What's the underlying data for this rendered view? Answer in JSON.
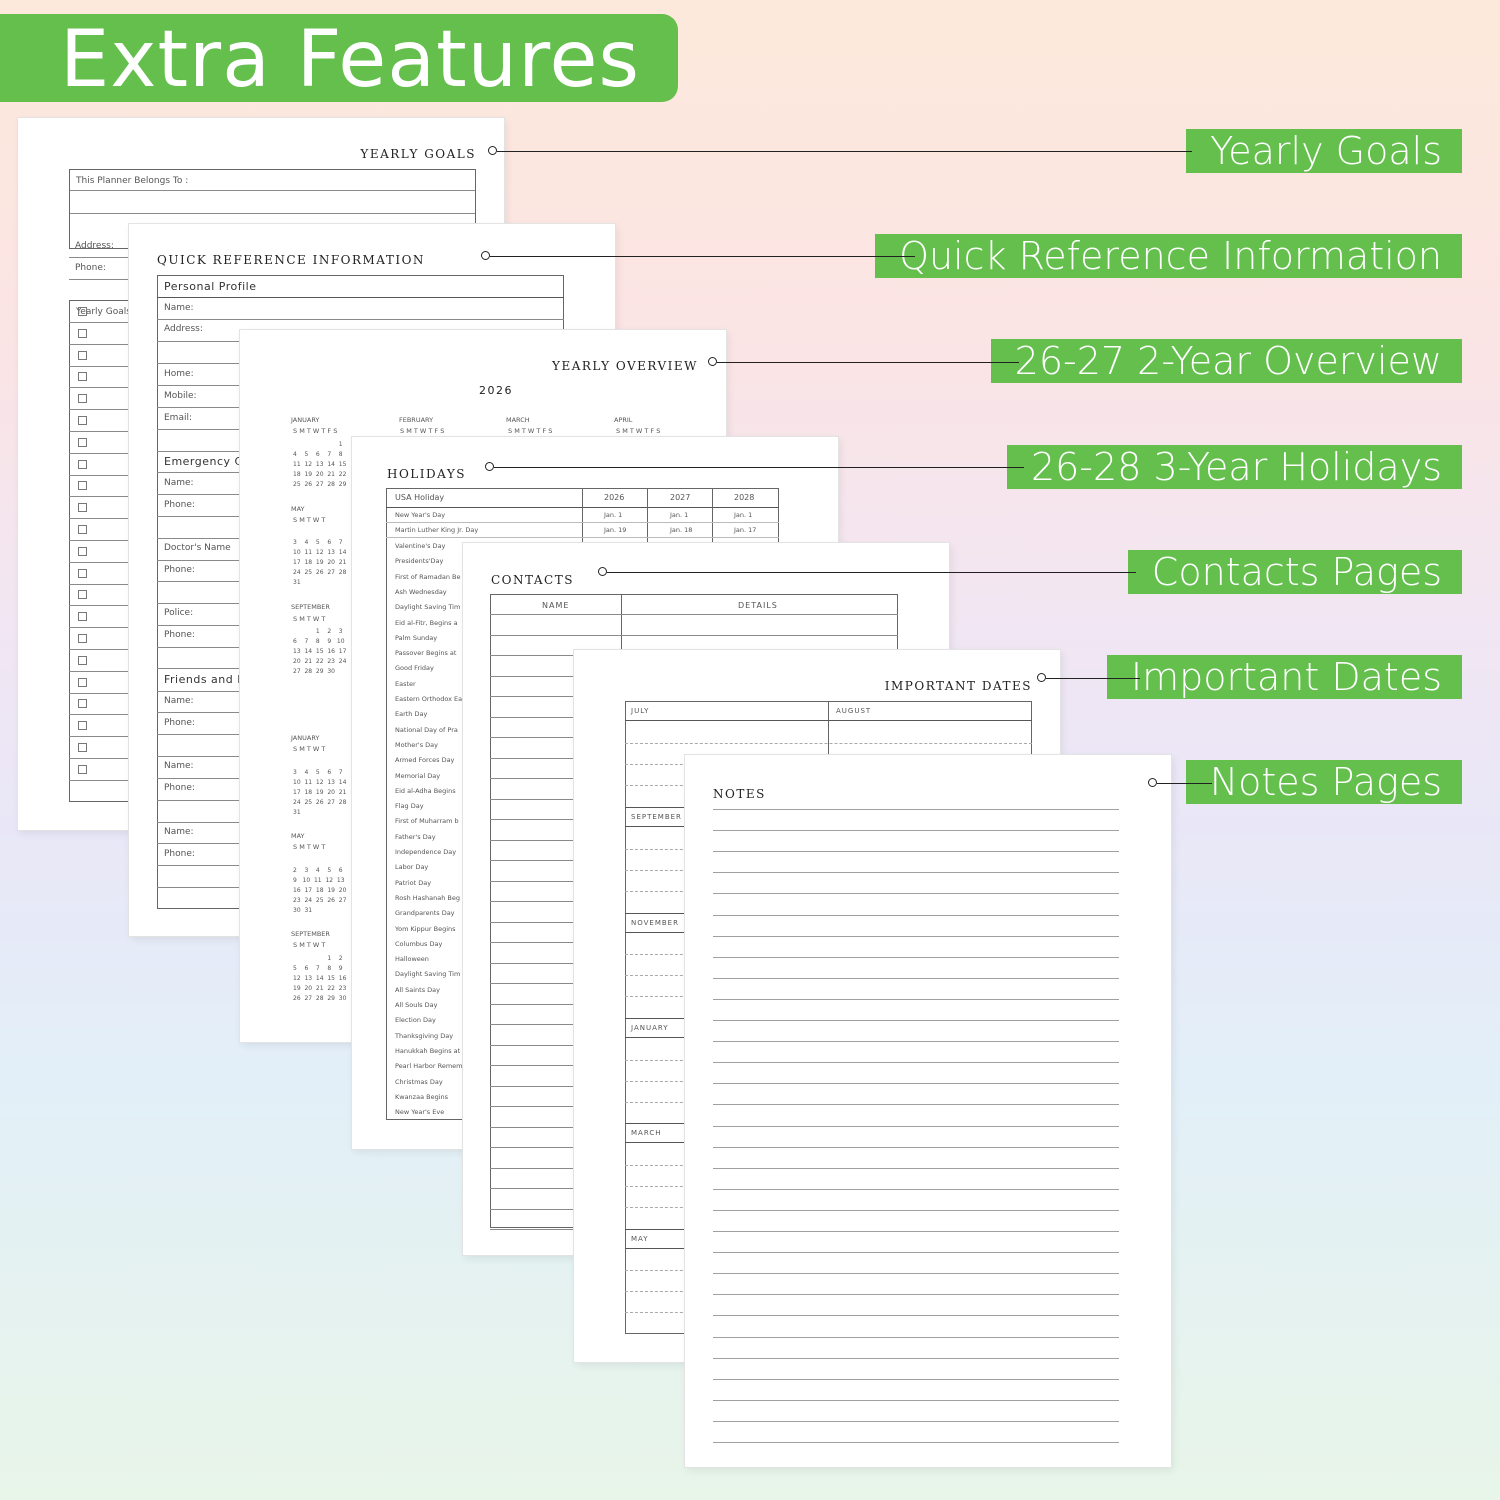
{
  "banner": {
    "title": "Extra Features"
  },
  "labels": [
    {
      "text": "Yearly Goals"
    },
    {
      "text": "Quick Reference Information"
    },
    {
      "text": "26-27 2-Year Overview"
    },
    {
      "text": "26-28 3-Year Holidays"
    },
    {
      "text": "Contacts Pages"
    },
    {
      "text": "Important Dates"
    },
    {
      "text": "Notes Pages"
    }
  ],
  "yearly_goals_page": {
    "title": "YEARLY GOALS",
    "belongs_to": "This Planner Belongs To :",
    "address": "Address:",
    "phone": "Phone:",
    "goals_header": "Yearly Goals"
  },
  "quick_reference_page": {
    "title": "QUICK REFERENCE INFORMATION",
    "personal_profile": "Personal Profile",
    "name": "Name:",
    "address": "Address:",
    "home": "Home:",
    "mobile": "Mobile:",
    "email": "Email:",
    "emergency": "Emergency C",
    "phone": "Phone:",
    "doctors_name": "Doctor's Name",
    "police": "Police:",
    "friends": "Friends and F"
  },
  "yearly_overview_page": {
    "title": "YEARLY OVERVIEW",
    "year": "2026",
    "months_top": [
      "JANUARY",
      "FEBRUARY",
      "MARCH",
      "APRIL"
    ],
    "weekdays": "S  M  T  W  T  F  S",
    "weekdays_short": "S   M   T   W   T",
    "month_labels": [
      "MAY",
      "SEPTEMBER",
      "JANUARY",
      "MAY",
      "SEPTEMBER"
    ],
    "jan_2026": "                        1\n4    5    6    7    8\n11  12  13  14  15\n18  19  20  21  22\n25  26  27  28  29",
    "may_2026": "\n3    4    5    6    7\n10  11  12  13  14\n17  18  19  20  21\n24  25  26  27  28\n31",
    "sep_2026": "            1    2    3\n6    7    8    9   10\n13  14  15  16  17\n20  21  22  23  24\n27  28  29  30",
    "jan_2027": "\n3    4    5    6    7\n10  11  12  13  14\n17  18  19  20  21\n24  25  26  27  28\n31",
    "may_2027": "\n2    3    4    5    6\n9   10  11  12  13\n16  17  18  19  20\n23  24  25  26  27\n30  31",
    "sep_2027": "                  1    2\n5    6    7    8    9\n12  13  14  15  16\n19  20  21  22  23\n26  27  28  29  30"
  },
  "holidays_page": {
    "title": "HOLIDAYS",
    "col_holiday": "USA Holiday",
    "years": [
      "2026",
      "2027",
      "2028"
    ],
    "row1": [
      "New Year's Day",
      "Jan. 1",
      "Jan. 1",
      "Jan. 1"
    ],
    "row2": [
      "Martin Luther King Jr. Day",
      "Jan. 19",
      "Jan. 18",
      "Jan. 17"
    ],
    "holidays": [
      "Valentine's Day",
      "Presidents'Day",
      "First of Ramadan Be",
      "Ash Wednesday",
      "Daylight Saving Tim",
      "Eid al-Fitr, Begins a",
      "Palm Sunday",
      "Passover Begins at",
      "Good Friday",
      "Easter",
      "Eastern Orthodox Ea",
      "Earth Day",
      "National Day of Pra",
      "Mother's Day",
      "Armed Forces Day",
      "Memorial Day",
      "Eid al-Adha Begins",
      "Flag Day",
      "First of Muharram b",
      "Father's Day",
      "Independence Day",
      "Labor Day",
      "Patriot Day",
      "Rosh Hashanah Beg",
      "Grandparents Day",
      "Yom Kippur Begins",
      "Columbus Day",
      "Halloween",
      "Daylight Saving Tim",
      "All Saints Day",
      "All Souls Day",
      "Election Day",
      "Thanksgiving Day",
      "Hanukkah Begins at",
      "Pearl Harbor Remem",
      "Christmas Day",
      "Kwanzaa Begins",
      "New Year's Eve"
    ]
  },
  "contacts_page": {
    "title": "CONTACTS",
    "col_name": "NAME",
    "col_details": "DETAILS"
  },
  "important_dates_page": {
    "title": "IMPORTANT DATES",
    "months": [
      "JULY",
      "AUGUST",
      "SEPTEMBER",
      "NOVEMBER",
      "JANUARY",
      "MARCH",
      "MAY"
    ]
  },
  "notes_page": {
    "title": "NOTES"
  }
}
